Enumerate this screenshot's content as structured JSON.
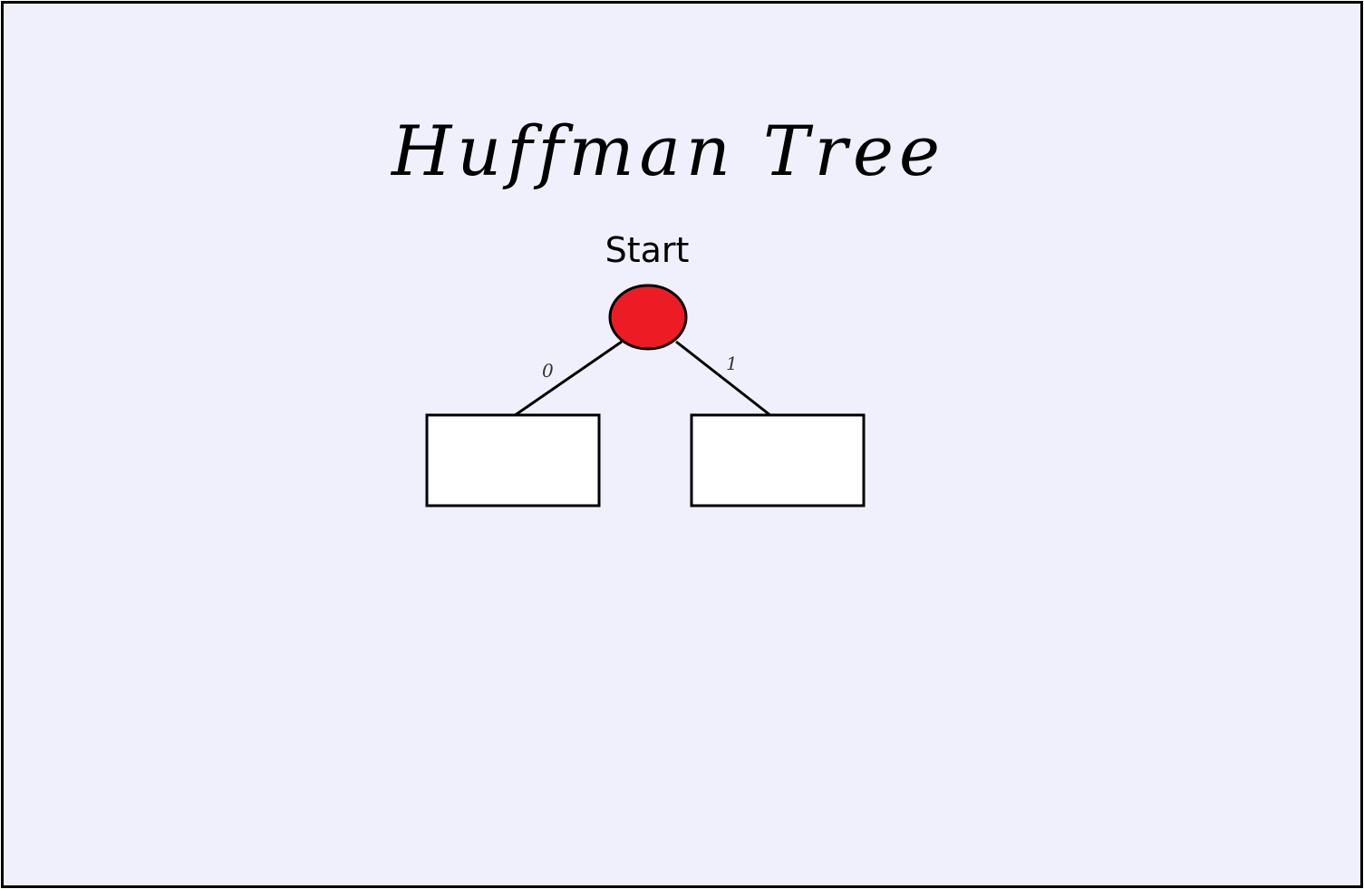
{
  "title": "Huffman Tree",
  "root": {
    "label": "Start",
    "fill_color": "#ed1c24"
  },
  "edges": [
    {
      "label": "0"
    },
    {
      "label": "1"
    }
  ],
  "leaves": [
    {
      "value": ""
    },
    {
      "value": ""
    }
  ],
  "colors": {
    "background": "#f0f0fc",
    "border": "#000000",
    "node_fill": "#ed1c24",
    "leaf_fill": "#ffffff"
  }
}
